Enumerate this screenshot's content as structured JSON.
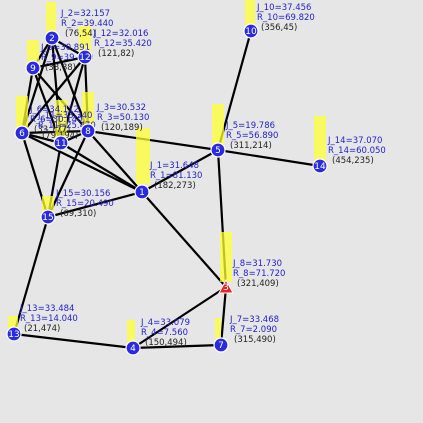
{
  "nodes": [
    {
      "id": "1",
      "shape": "circle",
      "j": "J_1=31.648",
      "r": "R_1=81.130",
      "coord": "(182,273)"
    },
    {
      "id": "2",
      "shape": "circle",
      "j": "J_2=32.157",
      "r": "R_2=39.440",
      "coord": "(76,54)"
    },
    {
      "id": "3",
      "shape": "triangle",
      "j": "J_8=31.730",
      "r": "R_8=71.720",
      "coord": "(321,409)"
    },
    {
      "id": "4",
      "shape": "circle",
      "j": "J_4=33.079",
      "r": "R_4=7.560",
      "coord": "(150,494)"
    },
    {
      "id": "5",
      "shape": "circle",
      "j": "J_5=19.786",
      "r": "R_5=56.890",
      "coord": "(311,214)"
    },
    {
      "id": "6",
      "shape": "circle",
      "j": "J_6=34.112",
      "r": "R_6=30.140",
      "coord": "(33,177)"
    },
    {
      "id": "7",
      "shape": "circle",
      "j": "J_7=33.468",
      "r": "R_7=2.090",
      "coord": "(315,490)"
    },
    {
      "id": "8",
      "shape": "circle",
      "j": "J_3=30.532",
      "r": "R_3=50.130",
      "coord": "(120,189)"
    },
    {
      "id": "9",
      "shape": "circle",
      "j": "J_9=30.891",
      "r": "R_9=39.860",
      "coord": "(38,88)"
    },
    {
      "id": "10",
      "shape": "circle",
      "j": "J_10=37.456",
      "r": "R_10=69.820",
      "coord": "(356,45)"
    },
    {
      "id": "11",
      "shape": "circle",
      "j": "J_11=33.340",
      "r": "R_11=25.470",
      "coord": "(79,194)"
    },
    {
      "id": "12",
      "shape": "circle",
      "j": "J_12=32.016",
      "r": "R_12=35.420",
      "coord": "(121,82)"
    },
    {
      "id": "13",
      "shape": "circle",
      "j": "J_13=33.484",
      "r": "R_13=14.040",
      "coord": "(21,474)"
    },
    {
      "id": "14",
      "shape": "circle",
      "j": "J_14=37.070",
      "r": "R_14=60.050",
      "coord": "(454,235)"
    },
    {
      "id": "15",
      "shape": "circle",
      "j": "J_15=30.156",
      "r": "R_15=20.490",
      "coord": "(69,310)"
    }
  ]
}
